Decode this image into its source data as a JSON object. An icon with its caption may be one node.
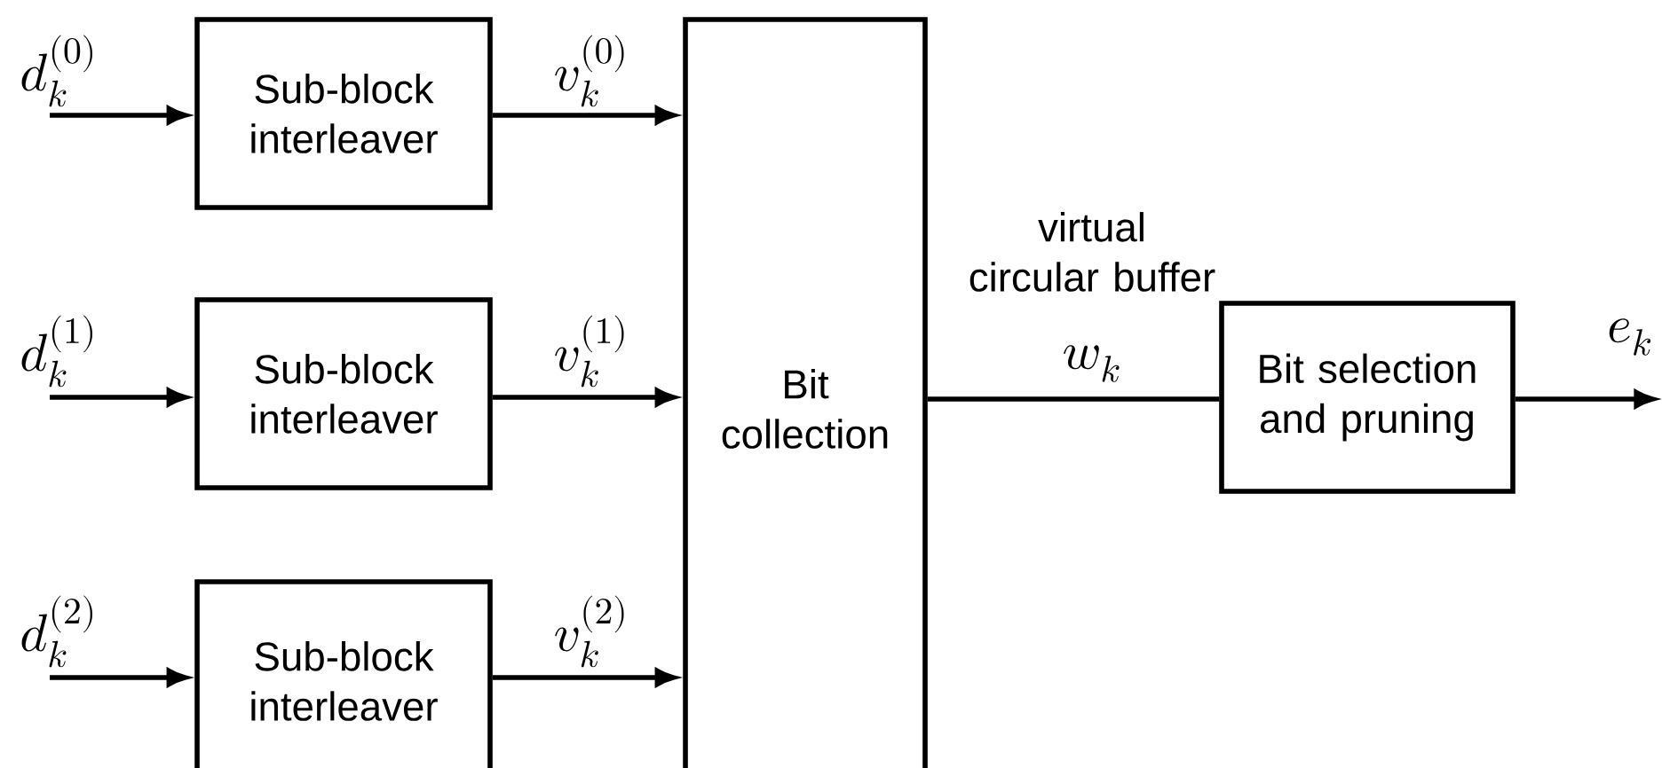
{
  "diagram": {
    "nodes": [
      {
        "text": [
          "Sub-block interleaver"
        ]
      },
      {
        "text": [
          "Sub-block interleaver"
        ]
      },
      {
        "text": [
          "Sub-block interleaver"
        ]
      },
      {
        "text": [
          "Bit collection"
        ]
      },
      {
        "text": [
          "Bit selection and pruning"
        ]
      }
    ],
    "edges": [
      {
        "from": null,
        "to": 0,
        "arrow": "to",
        "label": "d_k^{(0)}"
      },
      {
        "from": null,
        "to": 1,
        "arrow": "to",
        "label": "d_k^{(1)}"
      },
      {
        "from": null,
        "to": 2,
        "arrow": "to",
        "label": "d_k^{(2)}"
      },
      {
        "from": 0,
        "to": 3,
        "arrow": "to",
        "label": "v_k^{(0)}"
      },
      {
        "from": 1,
        "to": 3,
        "arrow": "to",
        "label": "v_k^{(1)}"
      },
      {
        "from": 2,
        "to": 3,
        "arrow": "to",
        "label": "v_k^{(2)}"
      },
      {
        "from": 3,
        "to": 4,
        "arrow": "none",
        "label": "w_k"
      },
      {
        "from": 4,
        "to": null,
        "arrow": "to",
        "label": "e_k"
      }
    ],
    "labels": [
      "virtual circular buffer"
    ]
  }
}
